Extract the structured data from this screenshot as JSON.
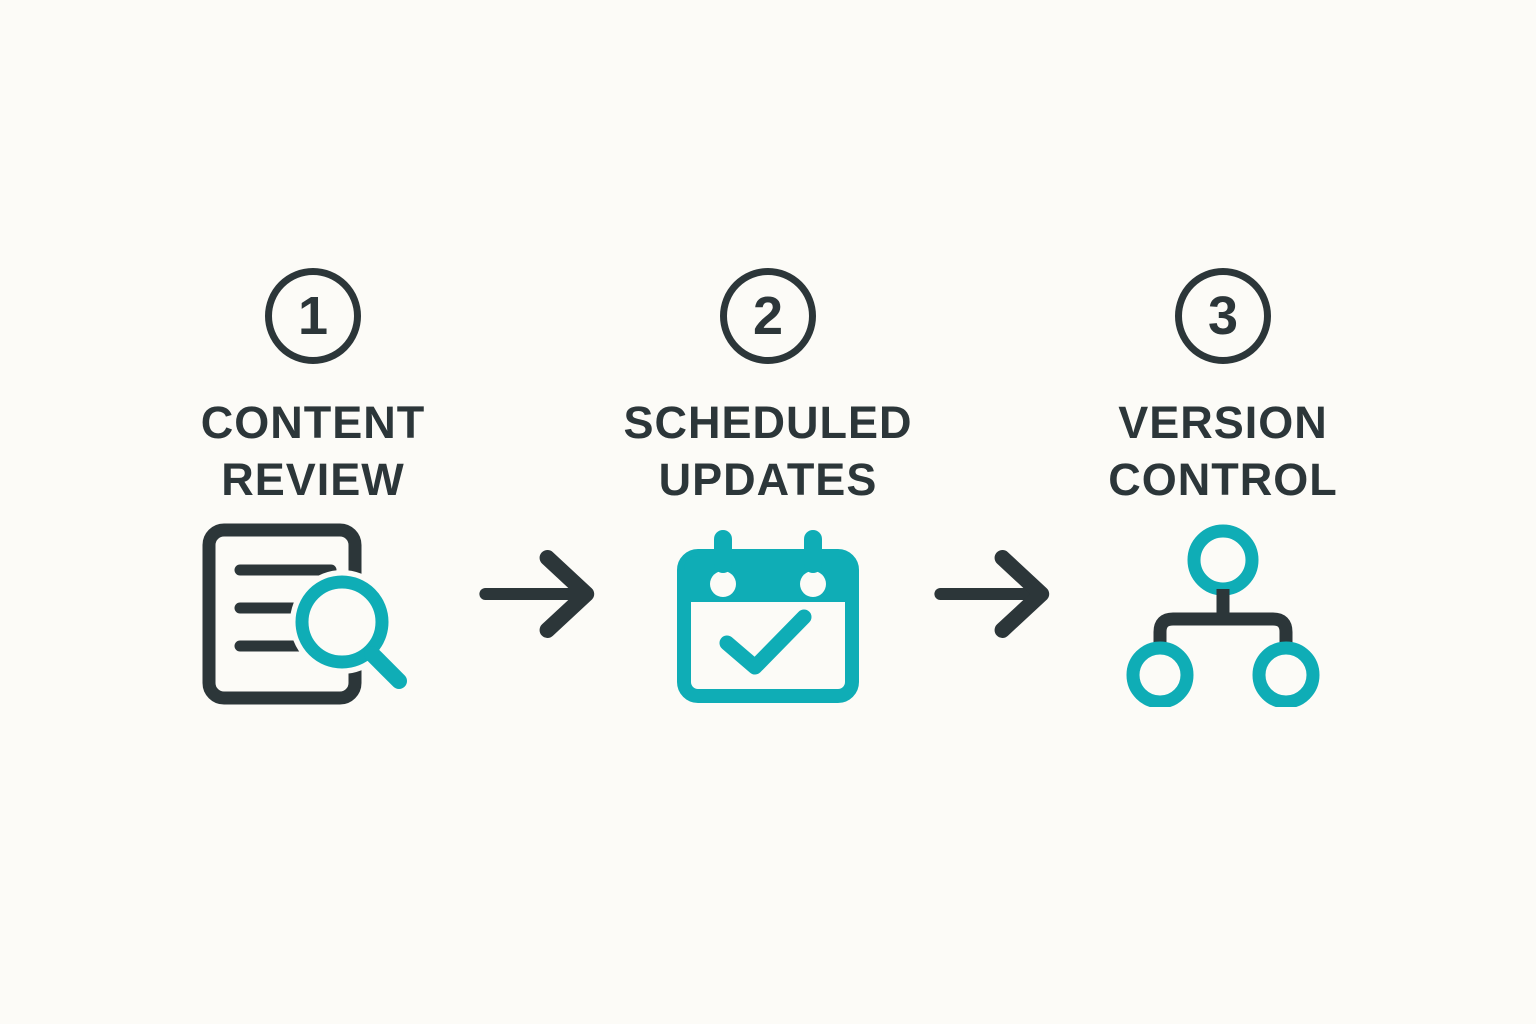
{
  "page": {
    "background": "#fcfbf7",
    "description": "Three-step process infographic"
  },
  "colors": {
    "dark": "#2c3639",
    "teal": "#0fadb6"
  },
  "steps": [
    {
      "number": "1",
      "title_line1": "CONTENT",
      "title_line2": "REVIEW",
      "icon": "document-search-icon"
    },
    {
      "number": "2",
      "title_line1": "SCHEDULED",
      "title_line2": "UPDATES",
      "icon": "calendar-check-icon"
    },
    {
      "number": "3",
      "title_line1": "VERSION",
      "title_line2": "CONTROL",
      "icon": "org-chart-icon"
    }
  ],
  "arrows": [
    {
      "icon": "arrow-right-icon"
    },
    {
      "icon": "arrow-right-icon"
    }
  ]
}
